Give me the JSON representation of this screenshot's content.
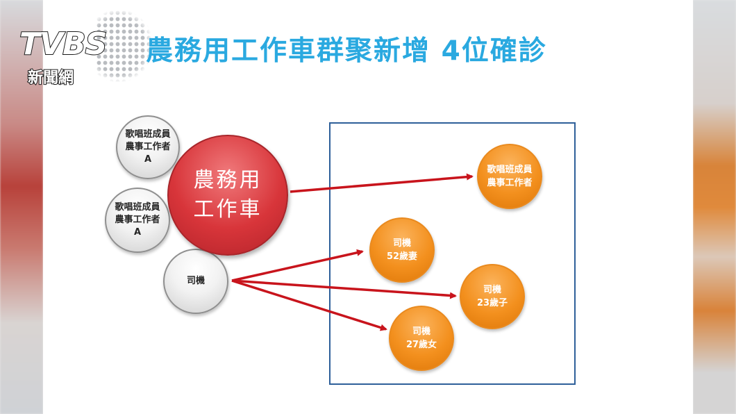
{
  "title": "農務用工作車群聚新增 4位確診",
  "logo": {
    "main": "TVBS",
    "sub": "新聞網"
  },
  "colors": {
    "title": "#2aa9e0",
    "hub": "#d8353a",
    "confirmed": "#f3901e",
    "source": "#e6e6e6",
    "arrow": "#c8141c",
    "box_border": "#2e5f99"
  },
  "hub": {
    "line1": "農務用",
    "line2": "工作車"
  },
  "sources": [
    {
      "line1": "歌唱班成員",
      "line2": "農事工作者",
      "line3": "A"
    },
    {
      "line1": "歌唱班成員",
      "line2": "農事工作者",
      "line3": "A"
    },
    {
      "line1": "司機"
    }
  ],
  "confirmed": [
    {
      "line1": "歌唱班成員",
      "line2": "農事工作者"
    },
    {
      "line1": "司機",
      "line2": "52歲妻"
    },
    {
      "line1": "司機",
      "line2": "23歲子"
    },
    {
      "line1": "司機",
      "line2": "27歲女"
    }
  ]
}
